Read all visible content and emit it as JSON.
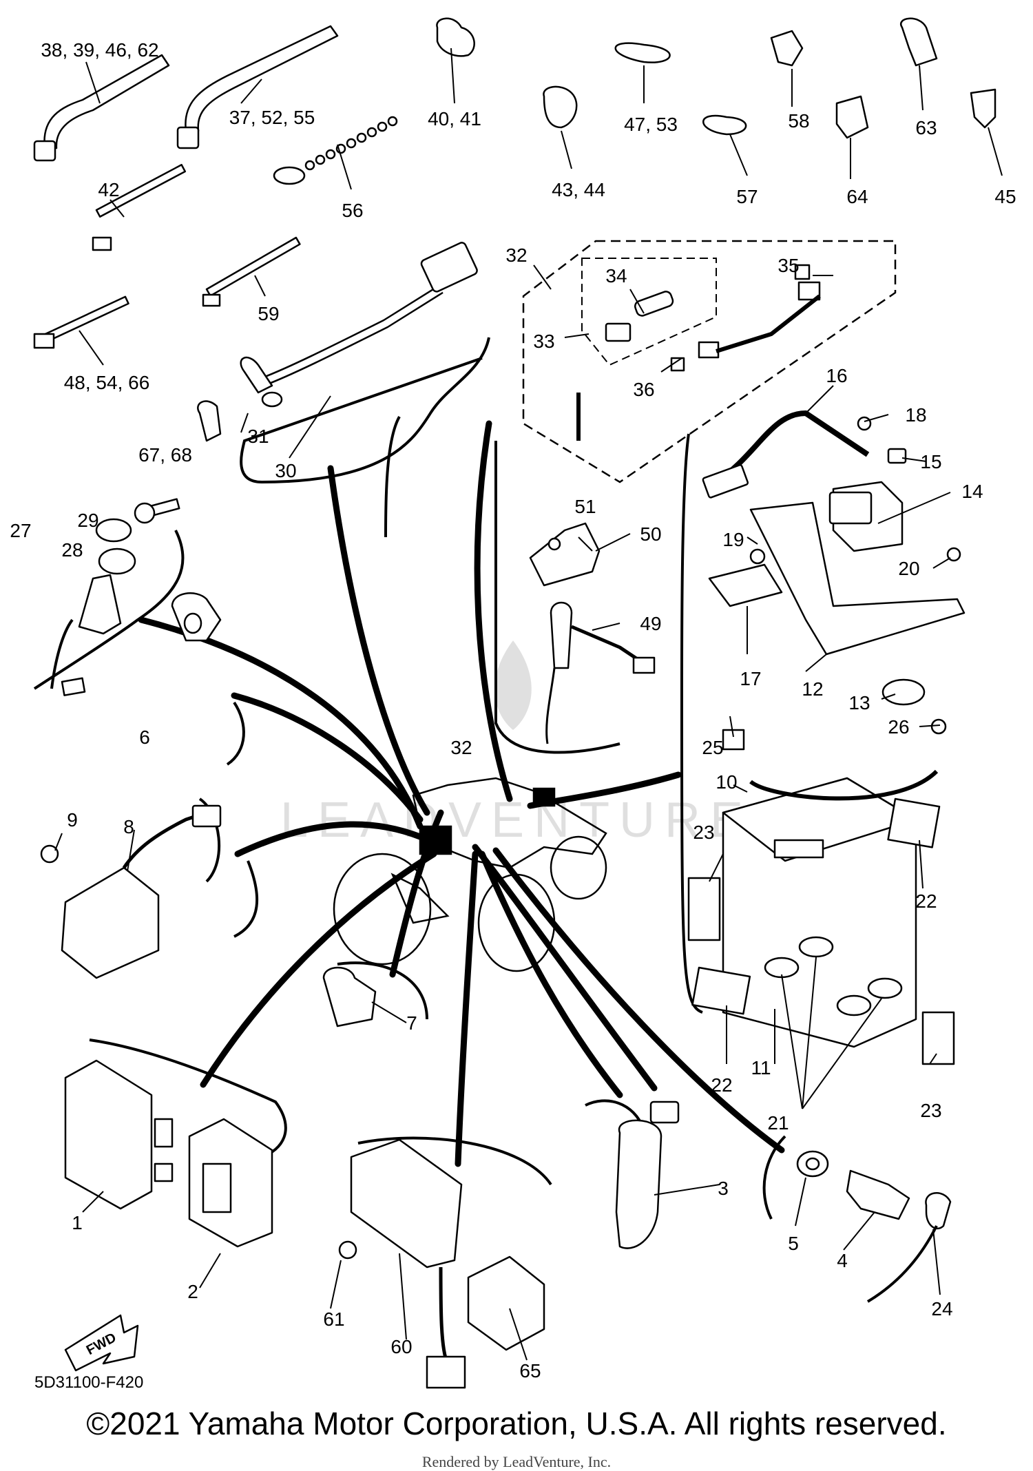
{
  "callouts": [
    "38, 39, 46, 62",
    "37, 52, 55",
    "40, 41",
    "47, 53",
    "58",
    "63",
    "43, 44",
    "57",
    "64",
    "45",
    "56",
    "42",
    "59",
    "48, 54, 66",
    "32",
    "34",
    "35",
    "33",
    "36",
    "31",
    "30",
    "16",
    "18",
    "15",
    "14",
    "67, 68",
    "29",
    "27",
    "28",
    "51",
    "50",
    "19",
    "20",
    "17",
    "12",
    "13",
    "49",
    "6",
    "26",
    "25",
    "32",
    "10",
    "9",
    "8",
    "23",
    "22",
    "7",
    "22",
    "11",
    "23",
    "21",
    "1",
    "3",
    "5",
    "4",
    "2",
    "61",
    "60",
    "65",
    "24"
  ],
  "diagram_code": "5D31100-F420",
  "fwd_label": "FWD",
  "watermark": "LEADVENTURE",
  "copyright": "©2021 Yamaha Motor Corporation, U.S.A. All rights reserved.",
  "rendered_by": "Rendered by LeadVenture, Inc."
}
